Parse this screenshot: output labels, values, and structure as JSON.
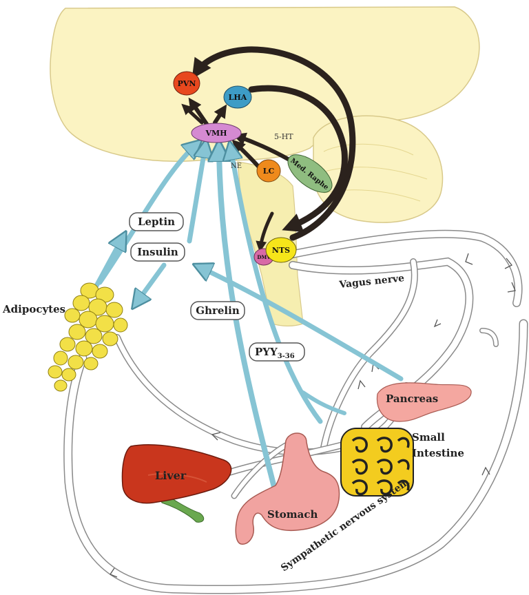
{
  "nuclei": {
    "pvn": "PVN",
    "lha": "LHA",
    "vmh": "VMH",
    "lc": "LC",
    "med_raphe": "Med. Raphe",
    "nts": "NTS",
    "dmv": "DMV"
  },
  "neurotransmitters": {
    "serotonin": "5-HT",
    "norepinephrine": "NE"
  },
  "hormones": {
    "leptin": "Leptin",
    "insulin": "Insulin",
    "ghrelin": "Ghrelin",
    "pyy_base": "PYY",
    "pyy_sub": "3-36"
  },
  "organs": {
    "adipocytes": "Adipocytes",
    "pancreas": "Pancreas",
    "small_intestine_1": "Small",
    "small_intestine_2": "Intestine",
    "liver": "Liver",
    "stomach": "Stomach"
  },
  "nerves": {
    "vagus": "Vagus nerve",
    "sympathetic": "Sympathetic nervous system"
  },
  "colors": {
    "brain": "#fbf3c2",
    "brainstem": "#f6eeb0",
    "hormone_arrow": "#86c4d4",
    "neural_arrow": "#2b221d",
    "nerve_fill": "#ffffff",
    "nerve_stroke": "#8a8a8a",
    "pvn": "#e8481e",
    "lha": "#3d9cc6",
    "vmh": "#d58ad2",
    "lc": "#ef8a1c",
    "med_raphe": "#8fbd80",
    "nts": "#f6e51a",
    "dmv": "#d86aa6",
    "fat": "#f2e047",
    "liver": "#c9361d",
    "stomach": "#f1a3a0",
    "pancreas": "#f4a7a0",
    "intestine": "#f3cc1f"
  }
}
